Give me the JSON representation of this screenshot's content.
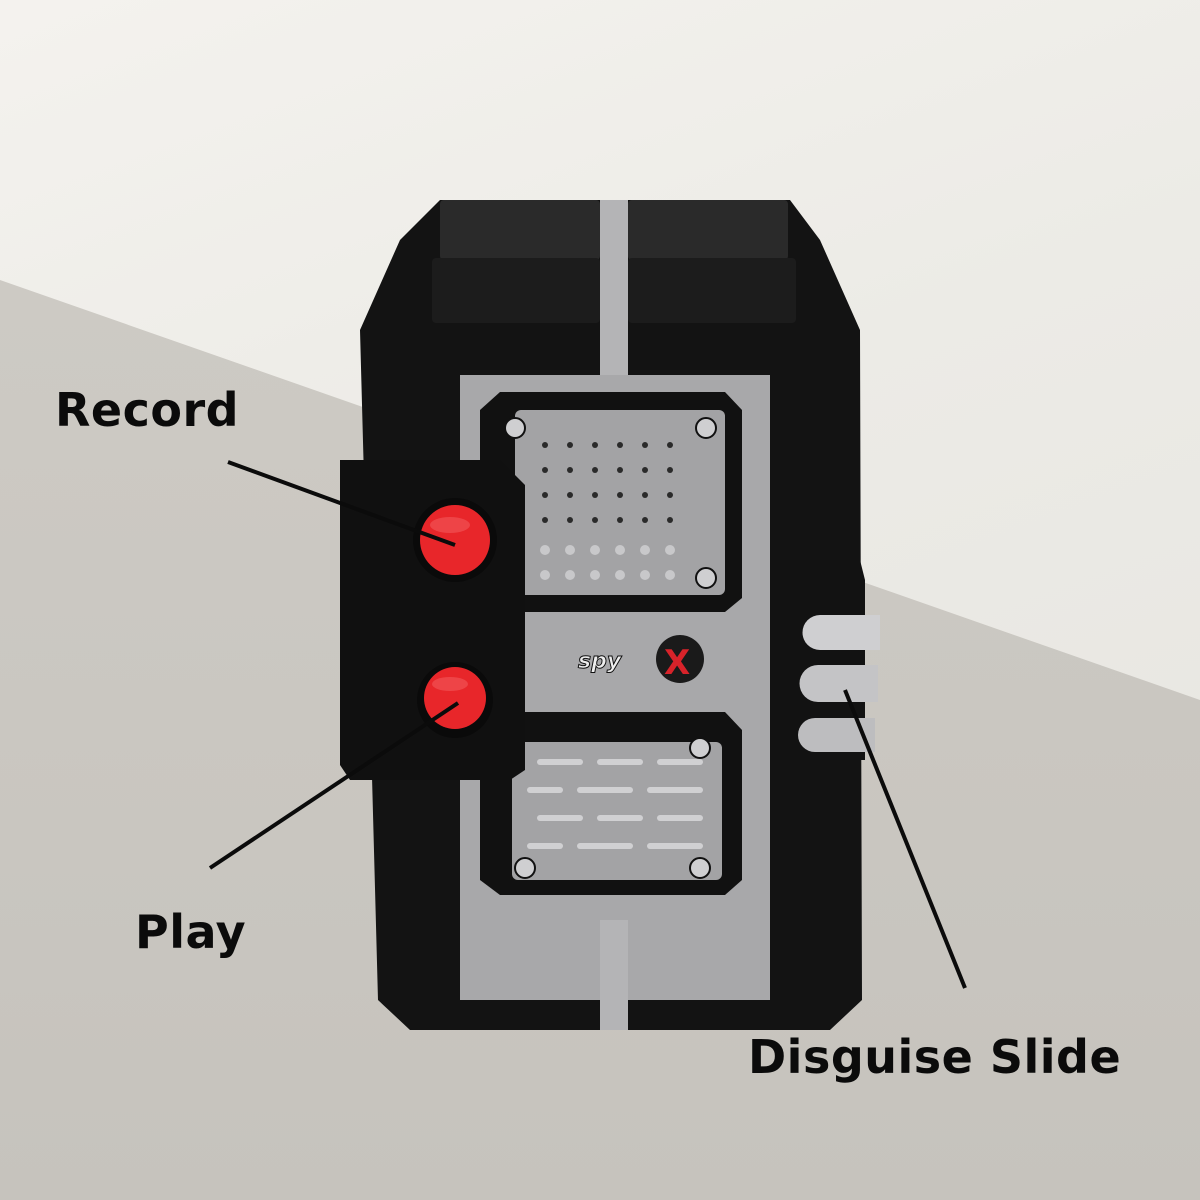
{
  "labels": {
    "record": "Record",
    "play": "Play",
    "disguise_slide": "Disguise Slide"
  },
  "device": {
    "brand_logo": "spyX",
    "brand_colors": {
      "body": "#121212",
      "trim": "#a9a9ab",
      "button_red": "#e8262a",
      "logo_red": "#d8232a"
    }
  }
}
